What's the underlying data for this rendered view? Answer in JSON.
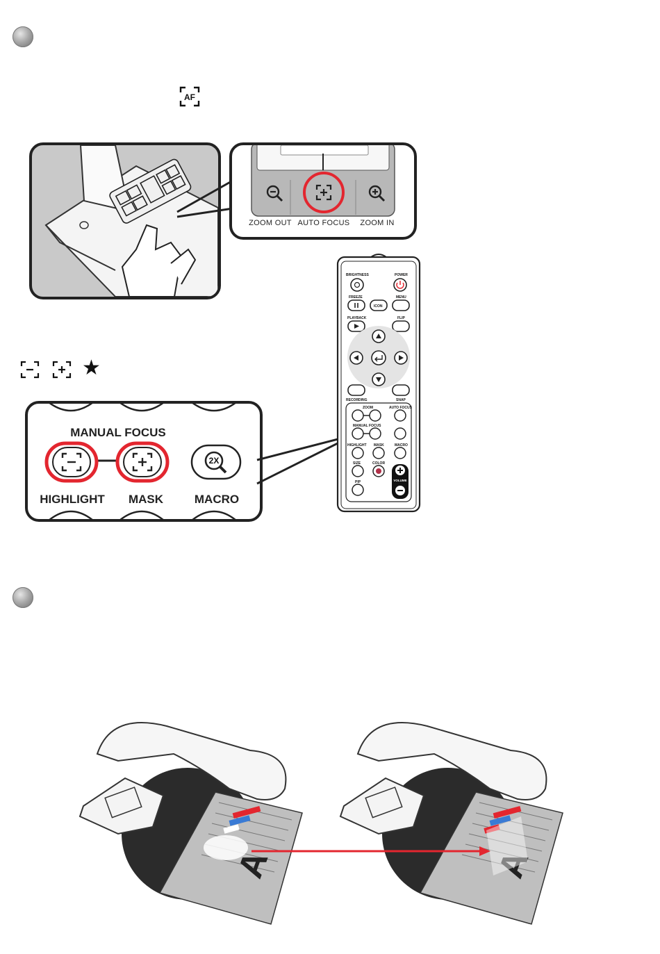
{
  "section1": {
    "icons": [
      "bullet-icon",
      "af-icon"
    ]
  },
  "legend": {
    "icons": [
      "focus-minus-icon",
      "focus-plus-icon",
      "star-icon"
    ],
    "star_glyph": "★"
  },
  "panel_closeup": {
    "labels": {
      "zoom_out": "ZOOM OUT",
      "auto_focus": "AUTO FOCUS",
      "zoom_in": "ZOOM IN"
    },
    "highlight_color": "#e3262f"
  },
  "remote": {
    "labels": {
      "brightness": "BRIGHTNESS",
      "power": "POWER",
      "freeze": "FREEZE",
      "icon": "ICON",
      "menu": "MENU",
      "playback": "PLAYBACK",
      "flip": "FLIP",
      "recording": "RECORDING",
      "snap": "SNAP",
      "zoom": "ZOOM",
      "auto_focus": "AUTO FOCUS",
      "manual_focus": "MANUAL FOCUS",
      "highlight": "HIGHLIGHT",
      "mask": "MASK",
      "macro": "MACRO",
      "size": "SIZE",
      "color": "COLOR",
      "volume": "VOLUME",
      "pip": "PIP"
    }
  },
  "remote_closeup": {
    "labels": {
      "manual_focus": "MANUAL FOCUS",
      "highlight": "HIGHLIGHT",
      "mask": "MASK",
      "macro": "MACRO",
      "macro_badge": "2X"
    },
    "highlight_color": "#e3262f"
  },
  "section2": {
    "icons": [
      "bullet-icon"
    ],
    "arrow_color": "#e3262f"
  }
}
